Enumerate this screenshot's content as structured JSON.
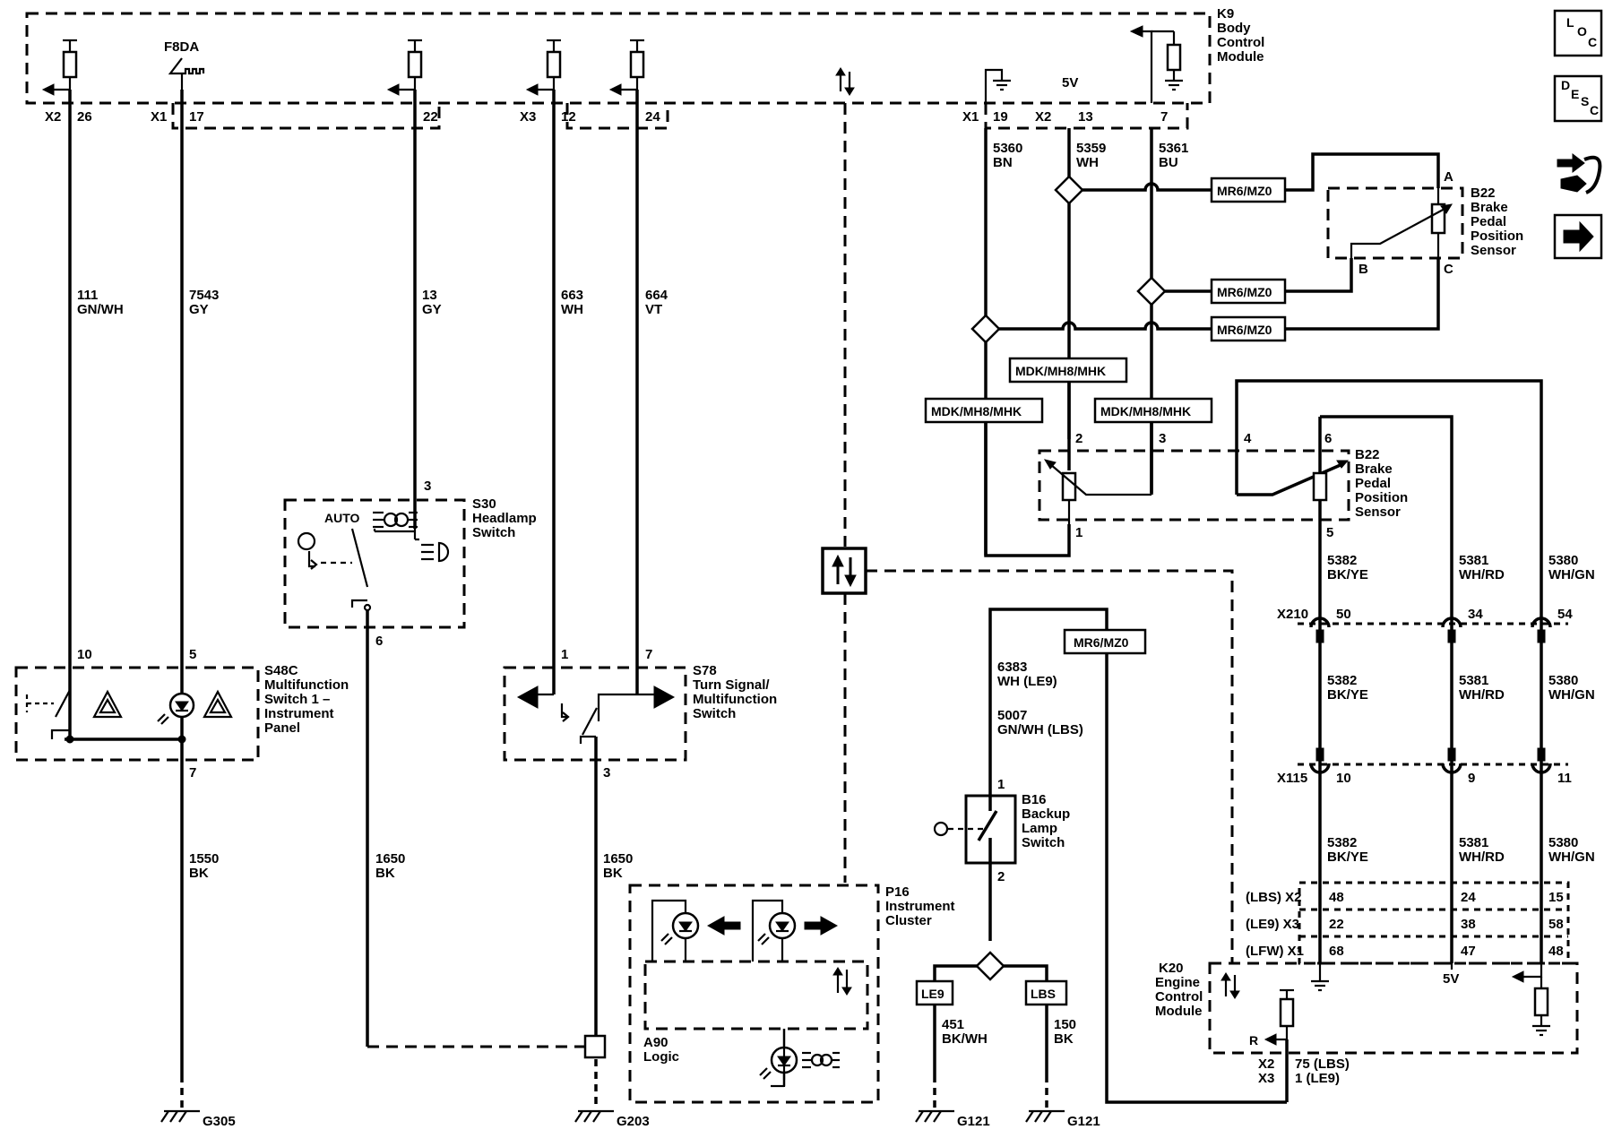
{
  "modules": {
    "k9": {
      "ref": "K9",
      "lines": [
        "Body",
        "Control",
        "Module"
      ]
    },
    "s30": {
      "ref": "S30",
      "lines": [
        "Headlamp",
        "Switch"
      ],
      "auto": "AUTO"
    },
    "s48c": {
      "ref": "S48C",
      "lines": [
        "Multifunction",
        "Switch 1 –",
        "Instrument",
        "Panel"
      ]
    },
    "s78": {
      "ref": "S78",
      "lines": [
        "Turn Signal/",
        "Multifunction",
        "Switch"
      ]
    },
    "p16": {
      "ref": "P16",
      "lines": [
        "Instrument",
        "Cluster"
      ]
    },
    "a90": {
      "ref": "A90",
      "lines": [
        "Logic"
      ]
    },
    "b22a": {
      "ref": "B22",
      "lines": [
        "Brake",
        "Pedal",
        "Position",
        "Sensor"
      ]
    },
    "b22b": {
      "ref": "B22",
      "lines": [
        "Brake",
        "Pedal",
        "Position",
        "Sensor"
      ]
    },
    "b16": {
      "ref": "B16",
      "lines": [
        "Backup",
        "Lamp",
        "Switch"
      ]
    },
    "k20": {
      "ref": "K20",
      "lines": [
        "Engine",
        "Control",
        "Module"
      ]
    }
  },
  "k9_pins": [
    {
      "conn": "X2",
      "pin": "26"
    },
    {
      "conn": "X1",
      "pin": "17"
    },
    {
      "conn": "",
      "pin": "22"
    },
    {
      "conn": "X3",
      "pin": "12"
    },
    {
      "conn": "",
      "pin": "24"
    },
    {
      "conn": "X1",
      "pin": "19"
    },
    {
      "conn": "X2",
      "pin": "13"
    },
    {
      "conn": "",
      "pin": "7"
    }
  ],
  "f8da": "F8DA",
  "wires": {
    "w111": {
      "num": "111",
      "color": "GN/WH"
    },
    "w7543": {
      "num": "7543",
      "color": "GY"
    },
    "w13": {
      "num": "13",
      "color": "GY"
    },
    "w663": {
      "num": "663",
      "color": "WH"
    },
    "w664": {
      "num": "664",
      "color": "VT"
    },
    "w5360": {
      "num": "5360",
      "color": "BN"
    },
    "w5359": {
      "num": "5359",
      "color": "WH"
    },
    "w5361": {
      "num": "5361",
      "color": "BU"
    },
    "w1550": {
      "num": "1550",
      "color": "BK"
    },
    "w1650a": {
      "num": "1650",
      "color": "BK"
    },
    "w1650b": {
      "num": "1650",
      "color": "BK"
    },
    "w6383": {
      "num": "6383",
      "color": "WH (LE9)"
    },
    "w5007": {
      "num": "5007",
      "color": "GN/WH (LBS)"
    },
    "w451": {
      "num": "451",
      "color": "BK/WH"
    },
    "w150": {
      "num": "150",
      "color": "BK"
    },
    "w5382": {
      "num": "5382",
      "color": "BK/YE"
    },
    "w5381": {
      "num": "5381",
      "color": "WH/RD"
    },
    "w5380": {
      "num": "5380",
      "color": "WH/GN"
    }
  },
  "pins": {
    "s30_3": "3",
    "s30_6": "6",
    "s48c_10": "10",
    "s48c_5": "5",
    "s48c_7": "7",
    "s78_1": "1",
    "s78_7": "7",
    "s78_3": "3",
    "b22a_a": "A",
    "b22a_b": "B",
    "b22a_c": "C",
    "b22b_2": "2",
    "b22b_3": "3",
    "b22b_4": "4",
    "b22b_6": "6",
    "b22b_1": "1",
    "b22b_5": "5",
    "b16_1": "1",
    "b16_2": "2",
    "x210_50": "50",
    "x210_34": "34",
    "x210_54": "54",
    "x115_10": "10",
    "x115_9": "9",
    "x115_11": "11"
  },
  "connectors": {
    "x210": "X210",
    "x115": "X115"
  },
  "k20_rows": [
    {
      "label": "(LBS) X2",
      "pins": [
        "48",
        "24",
        "15"
      ]
    },
    {
      "label": "(LE9) X3",
      "pins": [
        "22",
        "38",
        "58"
      ]
    },
    {
      "label": "(LFW) X1",
      "pins": [
        "68",
        "47",
        "48"
      ]
    }
  ],
  "k20_bottom": {
    "x2": "X2",
    "x3": "X3",
    "p75": "75 (LBS)",
    "p1": "1 (LE9)",
    "r": "R"
  },
  "options": {
    "mr6": "MR6/MZ0",
    "mdk": "MDK/MH8/MHK",
    "le9": "LE9",
    "lbs": "LBS"
  },
  "voltage": "5V",
  "grounds": {
    "g305": "G305",
    "g203": "G203",
    "g121a": "G121",
    "g121b": "G121"
  },
  "nav_icons": [
    {
      "name": "loc-icon",
      "letters": [
        "L",
        "O",
        "C"
      ]
    },
    {
      "name": "desc-icon",
      "letters": [
        "D",
        "E",
        "S",
        "C"
      ]
    },
    {
      "name": "connector-icon"
    },
    {
      "name": "next-arrow-icon"
    }
  ]
}
